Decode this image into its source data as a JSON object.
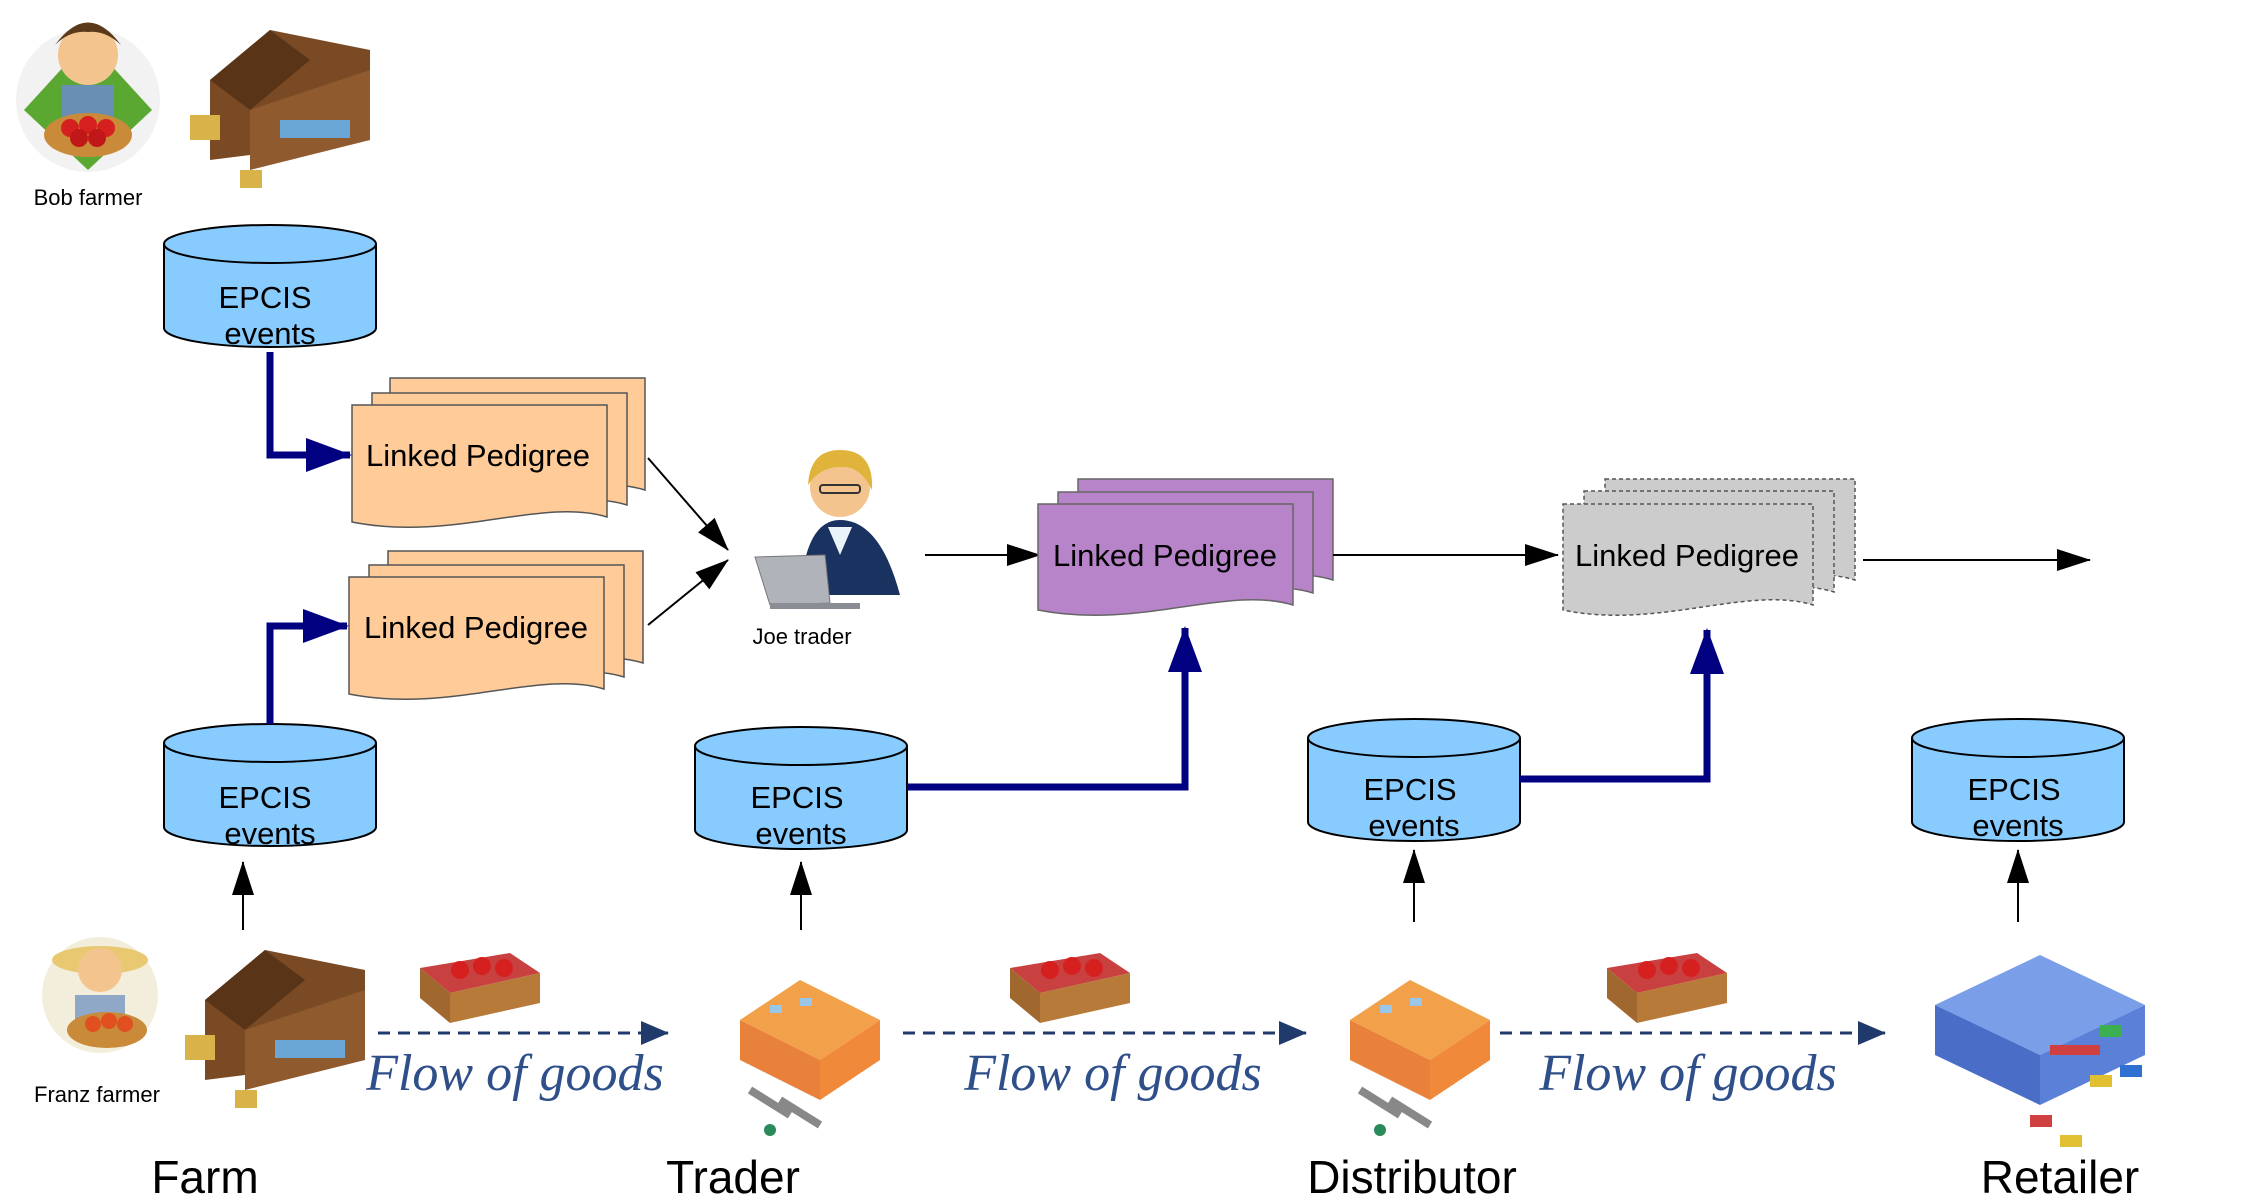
{
  "actors": {
    "bob": "Bob farmer",
    "franz": "Franz farmer",
    "joe": "Joe trader"
  },
  "epcis": {
    "line1": "EPCIS",
    "line2": "events"
  },
  "pedigree": {
    "label": "Linked Pedigree"
  },
  "flow": {
    "label": "Flow of goods"
  },
  "stages": [
    "Farm",
    "Trader",
    "Distributor",
    "Retailer"
  ],
  "colors": {
    "db_fill": "#88ccff",
    "pedigree_farm": "#ffcc99",
    "pedigree_trader": "#b784c9",
    "pedigree_distributor": "#cccccc",
    "thick_arrow": "#000080",
    "flow_arrow": "#1f3a6b"
  }
}
